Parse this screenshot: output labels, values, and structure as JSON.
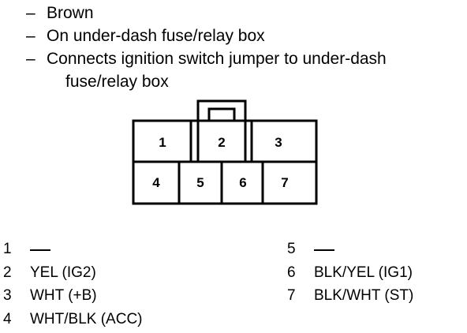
{
  "description": {
    "bullet": "–",
    "lines": [
      "Brown",
      "On under-dash fuse/relay box",
      "Connects ignition switch jumper to under-dash",
      "fuse/relay box"
    ]
  },
  "connector": {
    "pins": [
      "1",
      "2",
      "3",
      "4",
      "5",
      "6",
      "7"
    ]
  },
  "wires": {
    "pin1": {
      "num": "1",
      "label": ""
    },
    "pin2": {
      "num": "2",
      "label": "YEL (IG2)"
    },
    "pin3": {
      "num": "3",
      "label": "WHT (+B)"
    },
    "pin4": {
      "num": "4",
      "label": "WHT/BLK (ACC)"
    },
    "pin5": {
      "num": "5",
      "label": ""
    },
    "pin6": {
      "num": "6",
      "label": "BLK/YEL (IG1)"
    },
    "pin7": {
      "num": "7",
      "label": "BLK/WHT (ST)"
    }
  }
}
